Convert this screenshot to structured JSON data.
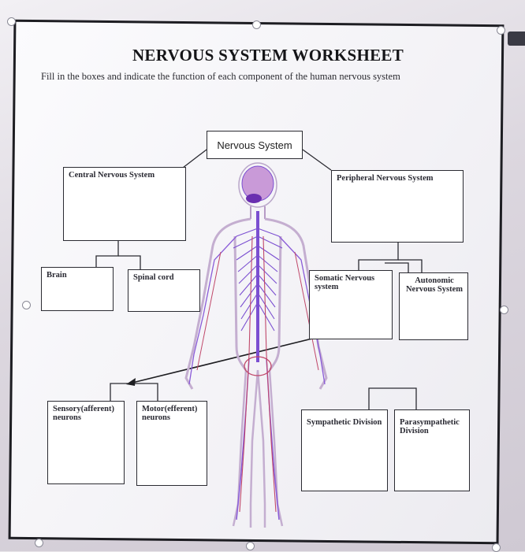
{
  "worksheet": {
    "title": "NERVOUS SYSTEM WORKSHEET",
    "instructions": "Fill in the boxes and indicate the function of each component of the human nervous system"
  },
  "boxes": {
    "nervous_system": "Nervous System",
    "cns": "Central Nervous System",
    "pns": "Peripheral Nervous System",
    "brain": "Brain",
    "spinal_cord": "Spinal cord",
    "somatic": "Somatic Nervous system",
    "autonomic": "Autonomic Nervous System",
    "sensory": "Sensory(afferent) neurons",
    "motor": "Motor(efferent) neurons",
    "sympathetic": "Sympathetic Division",
    "parasympathetic": "Parasympathetic Division"
  },
  "colors": {
    "nerve_purple": "#7b4fd1",
    "vessel_red": "#c0486a",
    "outline": "#2b2b32"
  }
}
